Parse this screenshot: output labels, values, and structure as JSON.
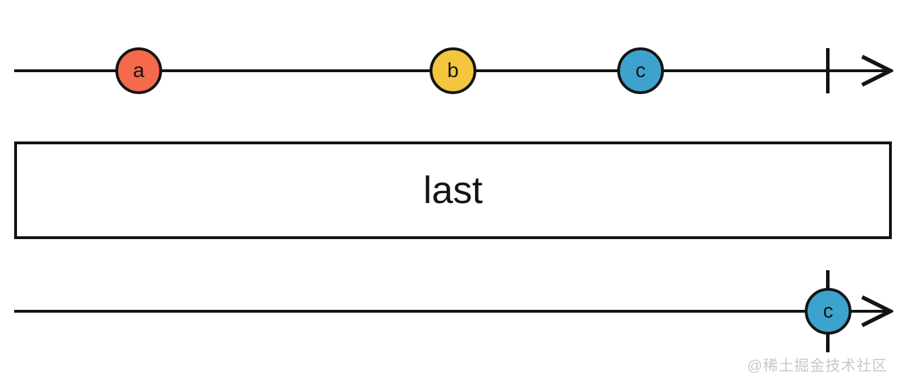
{
  "diagram": {
    "operator_label": "last",
    "watermark": "@稀土掘金技术社区",
    "colors": {
      "stroke": "#141414",
      "marble_a": "#F5694D",
      "marble_b": "#F4C63F",
      "marble_c": "#3DA3CE",
      "watermark": "#c8c8c8"
    },
    "input_stream": {
      "marbles": [
        {
          "label": "a",
          "color": "#F5694D"
        },
        {
          "label": "b",
          "color": "#F4C63F"
        },
        {
          "label": "c",
          "color": "#3DA3CE"
        }
      ],
      "completed": true
    },
    "output_stream": {
      "marbles": [
        {
          "label": "c",
          "color": "#3DA3CE"
        }
      ],
      "completed": true
    }
  }
}
